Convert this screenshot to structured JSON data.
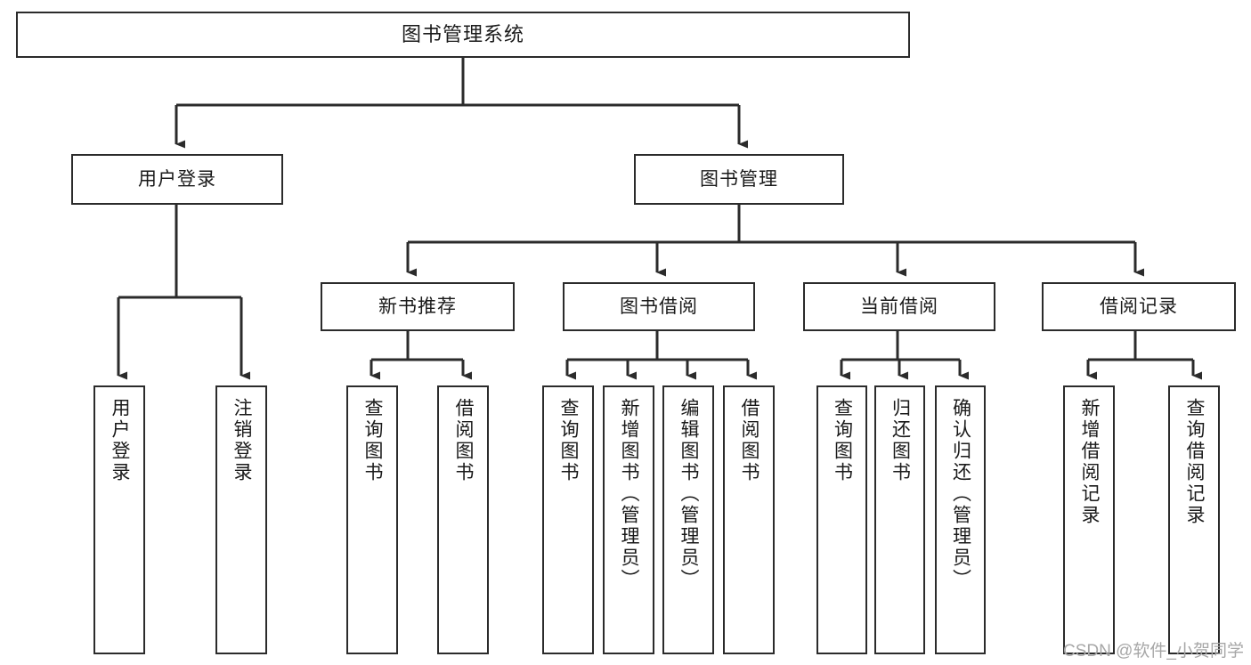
{
  "diagram": {
    "title": "图书管理系统",
    "type": "tree",
    "root": {
      "label": "图书管理系统"
    },
    "level2": [
      {
        "label": "用户登录"
      },
      {
        "label": "图书管理"
      }
    ],
    "level3": [
      {
        "label": "新书推荐"
      },
      {
        "label": "图书借阅"
      },
      {
        "label": "当前借阅"
      },
      {
        "label": "借阅记录"
      }
    ],
    "leaves": [
      {
        "label": "用户登录",
        "parent": "用户登录"
      },
      {
        "label": "注销登录",
        "parent": "用户登录"
      },
      {
        "label": "查询图书",
        "parent": "新书推荐"
      },
      {
        "label": "借阅图书",
        "parent": "新书推荐"
      },
      {
        "label": "查询图书",
        "parent": "图书借阅"
      },
      {
        "label": "新增图书（管理员）",
        "parent": "图书借阅"
      },
      {
        "label": "编辑图书（管理员）",
        "parent": "图书借阅"
      },
      {
        "label": "借阅图书",
        "parent": "图书借阅"
      },
      {
        "label": "查询图书",
        "parent": "当前借阅"
      },
      {
        "label": "归还图书",
        "parent": "当前借阅"
      },
      {
        "label": "确认归还（管理员）",
        "parent": "当前借阅"
      },
      {
        "label": "新增借阅记录",
        "parent": "借阅记录"
      },
      {
        "label": "查询借阅记录",
        "parent": "借阅记录"
      }
    ]
  },
  "watermark": {
    "text": "CSDN @软件_小贺同学"
  },
  "colors": {
    "stroke": "#2b2b2b",
    "fill": "#ffffff",
    "text": "#1a1a1a",
    "watermark": "#a7a7a7"
  }
}
